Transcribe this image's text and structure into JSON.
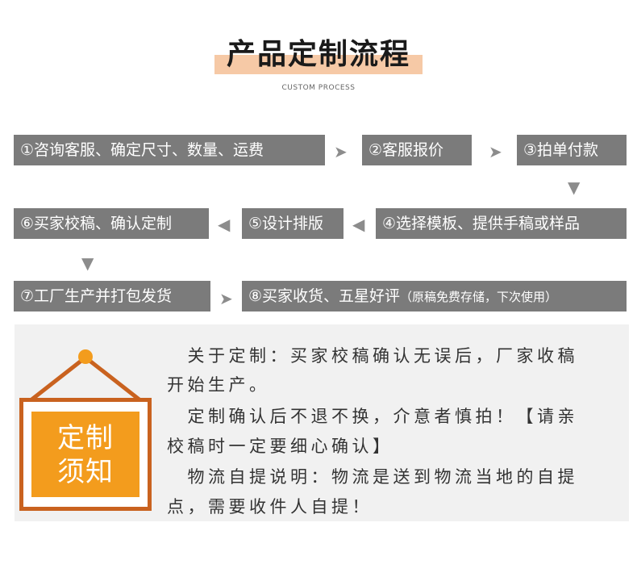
{
  "header": {
    "title": "产品定制流程",
    "subtitle": "CUSTOM PROCESS"
  },
  "steps": {
    "s1": "①咨询客服、确定尺寸、数量、运费",
    "s2": "②客服报价",
    "s3": "③拍单付款",
    "s4": "④选择模板、提供手稿或样品",
    "s5": "⑤设计排版",
    "s6": "⑥买家校稿、确认定制",
    "s7": "⑦工厂生产并打包发货",
    "s8_main": "⑧买家收货、五星好评",
    "s8_note": "（原稿免费存储，下次使用）"
  },
  "notice": {
    "sign_line1": "定制",
    "sign_line2": "须知",
    "lines": [
      "　关于定制：买家校稿确认无误后，厂家收稿",
      "开始生产。",
      "　定制确认后不退不换，介意者慎拍！【请亲",
      "校稿时一定要细心确认】",
      "　物流自提说明：物流是送到物流当地的自提",
      "点，需要收件人自提！"
    ]
  },
  "icons": {
    "arrow_right": "➤",
    "arrow_left": "◀",
    "arrow_down": "▼"
  },
  "colors": {
    "step_bg": "#7b7b7b",
    "accent_orange": "#f39c1d",
    "frame_brown": "#c9621f",
    "title_highlight": "#f6c9a6"
  }
}
